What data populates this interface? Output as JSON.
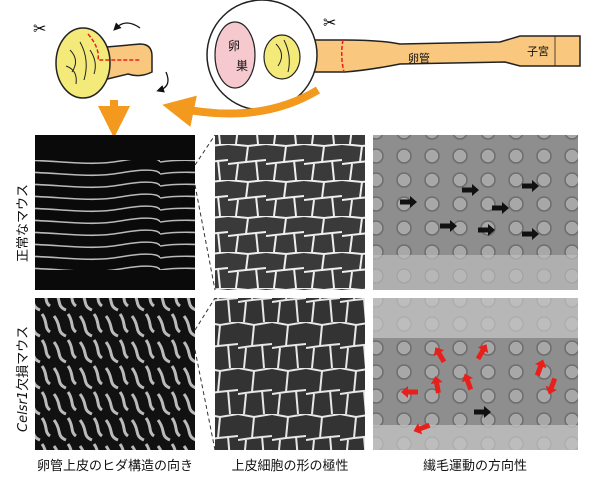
{
  "diagram": {
    "ovary_label_1": "卵",
    "ovary_label_2": "巣",
    "oviduct_label": "卵管",
    "uterus_label": "子宮"
  },
  "rows": [
    {
      "label_italic": "",
      "label": "正常なマウス"
    },
    {
      "label_italic": "Celsr1",
      "label": "欠損マウス"
    }
  ],
  "columns": [
    "卵管上皮のヒダ構造の向き",
    "上皮細胞の形の極性",
    "繊毛運動の方向性"
  ],
  "colors": {
    "orange": "#f39a1e",
    "tube": "#f9c77e",
    "fimbria": "#f3ea7a",
    "ovary": "#f6c9cf",
    "red_arrow": "#e8201c",
    "black_arrow": "#111111"
  }
}
